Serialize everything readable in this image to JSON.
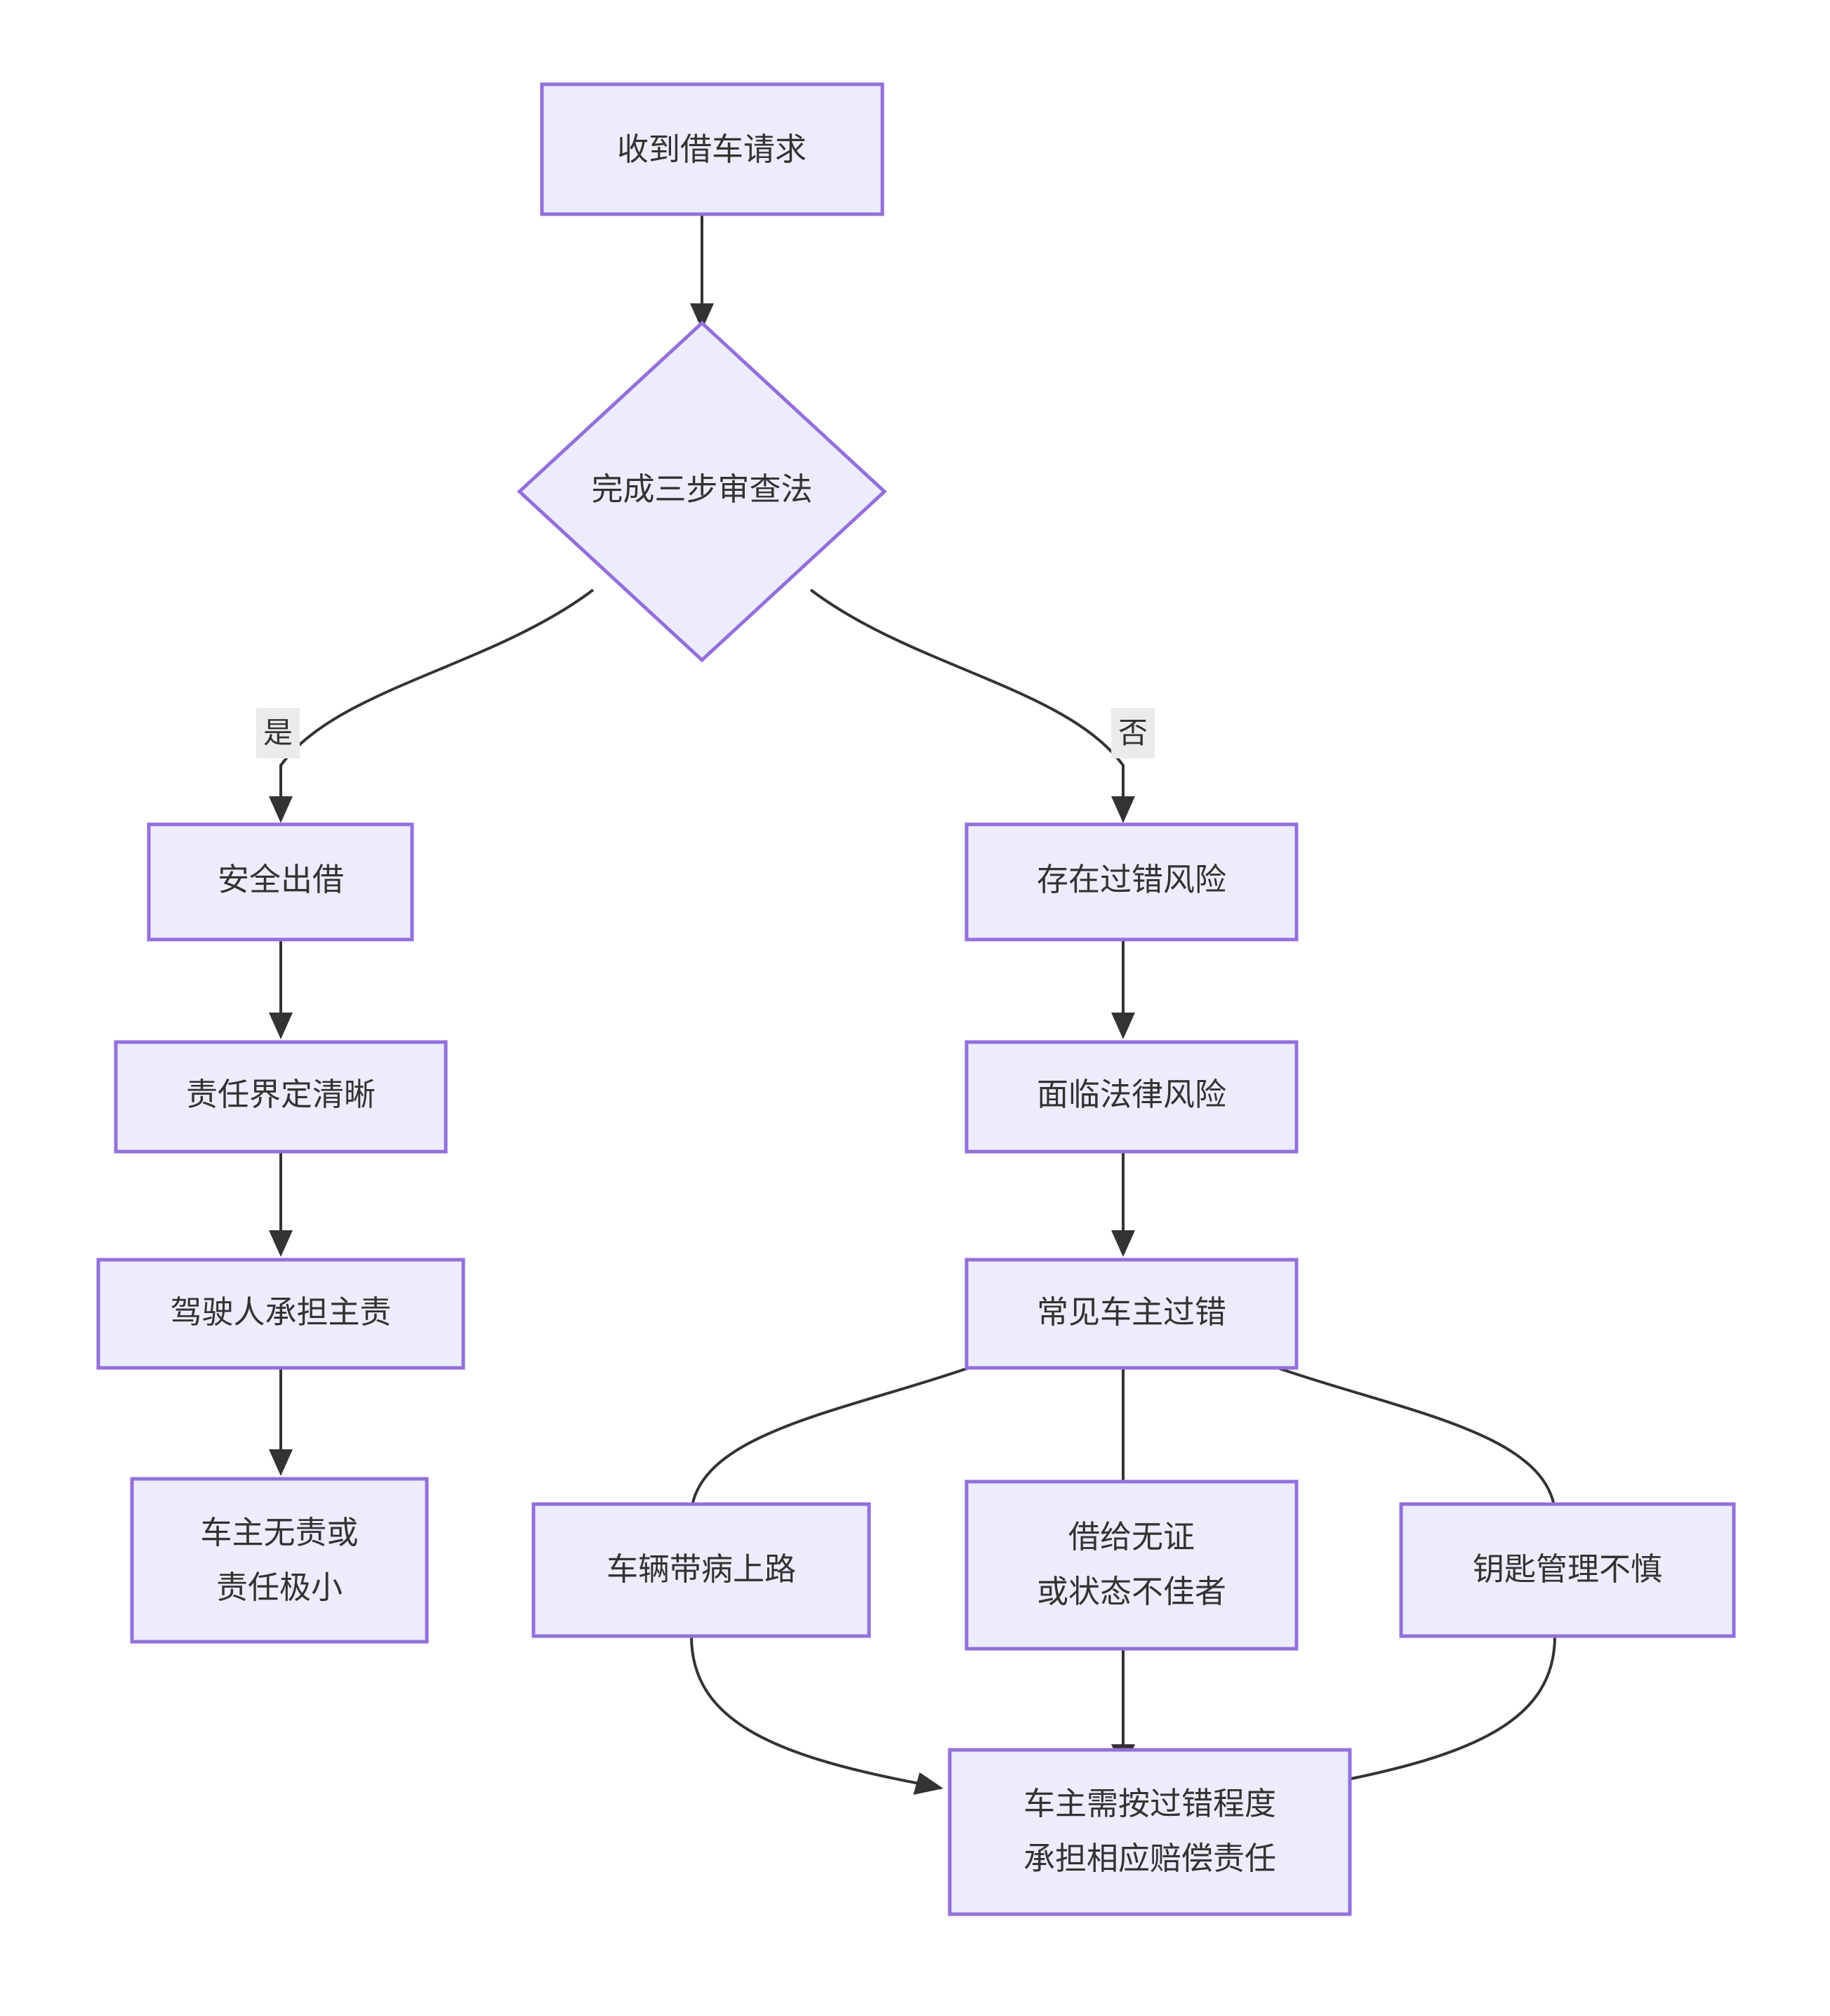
{
  "diagram": {
    "type": "flowchart",
    "direction": "top-down",
    "background_color": "#ffffff",
    "node_fill_color": "#ececfc",
    "node_border_color": "#9370db",
    "edge_color": "#333333",
    "edge_label_bg_color": "#ebebeb",
    "text_color": "#333333",
    "nodes": [
      {
        "id": "n1",
        "shape": "rect",
        "label": "收到借车请求"
      },
      {
        "id": "n2",
        "shape": "diamond",
        "label": "完成三步审查法"
      },
      {
        "id": "n3",
        "shape": "rect",
        "label": "安全出借"
      },
      {
        "id": "n4",
        "shape": "rect",
        "label": "责任界定清晰"
      },
      {
        "id": "n5",
        "shape": "rect",
        "label": "驾驶人承担主责"
      },
      {
        "id": "n6",
        "shape": "rect",
        "label_line1": "车主无责或",
        "label_line2": "责任极小"
      },
      {
        "id": "n7",
        "shape": "rect",
        "label": "存在过错风险"
      },
      {
        "id": "n8",
        "shape": "rect",
        "label": "面临法律风险"
      },
      {
        "id": "n9",
        "shape": "rect",
        "label": "常见车主过错"
      },
      {
        "id": "n10",
        "shape": "rect",
        "label": "车辆带病上路"
      },
      {
        "id": "n11",
        "shape": "rect",
        "label_line1": "借给无证",
        "label_line2": "或状态不佳者"
      },
      {
        "id": "n12",
        "shape": "rect",
        "label": "钥匙管理不慎"
      },
      {
        "id": "n13",
        "shape": "rect",
        "label_line1": "车主需按过错程度",
        "label_line2": "承担相应赔偿责任"
      }
    ],
    "edges": [
      {
        "from": "n1",
        "to": "n2",
        "label": ""
      },
      {
        "from": "n2",
        "to": "n3",
        "label": "是"
      },
      {
        "from": "n2",
        "to": "n7",
        "label": "否"
      },
      {
        "from": "n3",
        "to": "n4",
        "label": ""
      },
      {
        "from": "n4",
        "to": "n5",
        "label": ""
      },
      {
        "from": "n5",
        "to": "n6",
        "label": ""
      },
      {
        "from": "n7",
        "to": "n8",
        "label": ""
      },
      {
        "from": "n8",
        "to": "n9",
        "label": ""
      },
      {
        "from": "n9",
        "to": "n10",
        "label": ""
      },
      {
        "from": "n9",
        "to": "n11",
        "label": ""
      },
      {
        "from": "n9",
        "to": "n12",
        "label": ""
      },
      {
        "from": "n10",
        "to": "n13",
        "label": ""
      },
      {
        "from": "n11",
        "to": "n13",
        "label": ""
      },
      {
        "from": "n12",
        "to": "n13",
        "label": ""
      }
    ],
    "edge_labels": {
      "yes": "是",
      "no": "否"
    }
  }
}
